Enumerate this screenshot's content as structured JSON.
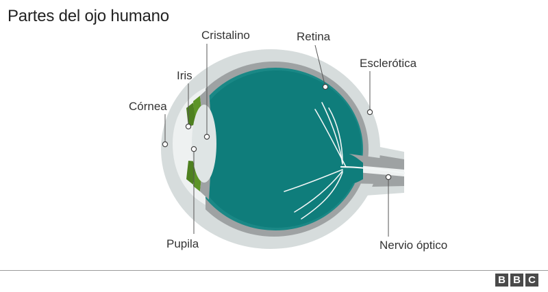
{
  "title": "Partes del ojo humano",
  "labels": {
    "cornea": "Córnea",
    "iris": "Iris",
    "cristalino": "Cristalino",
    "retina": "Retina",
    "esclerotica": "Esclerótica",
    "pupila": "Pupila",
    "nervio_optico": "Nervio óptico"
  },
  "logo": [
    "B",
    "B",
    "C"
  ],
  "colors": {
    "vitreous": "#0f7d7b",
    "sclera_outer": "#d6dcdc",
    "choroid": "#9ea2a3",
    "iris": "#5d9427",
    "lens": "#dfe5e5",
    "logo_box": "#4a4a4a"
  }
}
